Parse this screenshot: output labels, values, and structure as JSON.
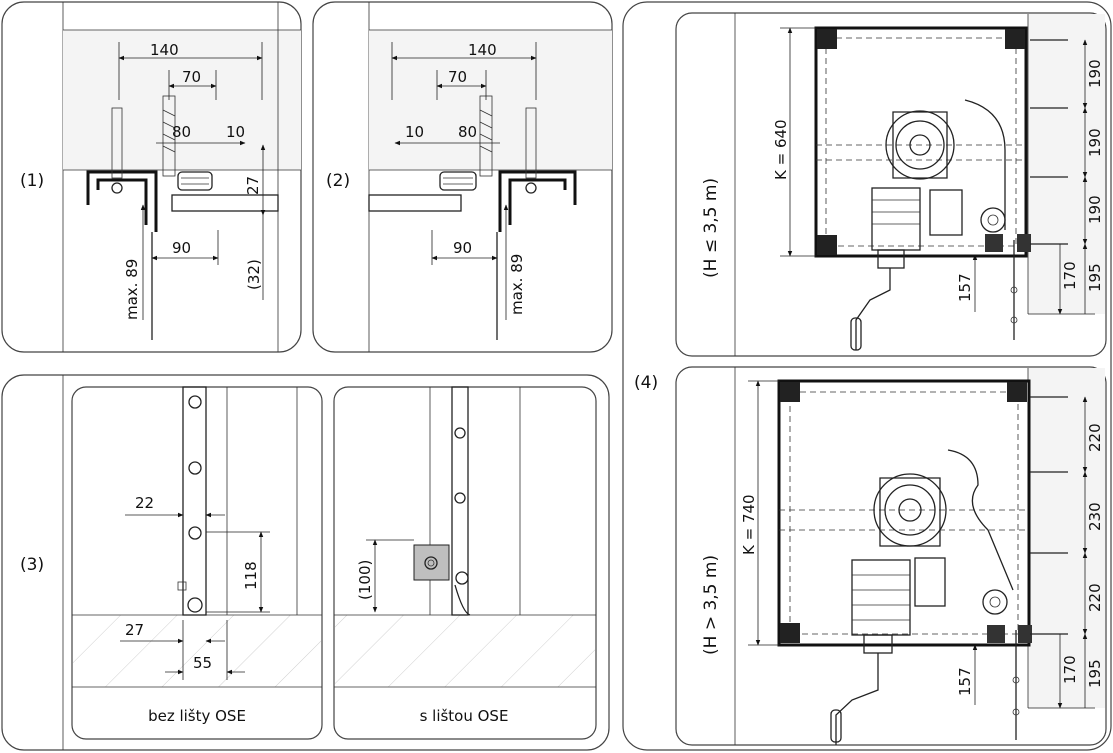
{
  "sections": {
    "s1": "(1)",
    "s2": "(2)",
    "s3": "(3)",
    "s4": "(4)"
  },
  "panel1": {
    "d140": "140",
    "d70": "70",
    "d80": "80",
    "d10": "10",
    "d27": "27",
    "d90": "90",
    "d32": "(32)",
    "dmax89": "max. 89"
  },
  "panel2": {
    "d140": "140",
    "d70": "70",
    "d10": "10",
    "d80": "80",
    "d90": "90",
    "dmax89": "max. 89"
  },
  "panel3": {
    "d22": "22",
    "d118": "118",
    "d27": "27",
    "d55": "55",
    "d100": "(100)",
    "caption_left": "bez lišty OSE",
    "caption_right": "s lištou OSE"
  },
  "panel4": {
    "top_condition": "(H ≤ 3,5 m)",
    "top_k": "K = 640",
    "top_dims": [
      "190",
      "190",
      "190",
      "195",
      "170",
      "157"
    ],
    "bottom_condition": "(H > 3,5 m)",
    "bottom_k": "K = 740",
    "bottom_dims": [
      "220",
      "230",
      "220",
      "195",
      "170",
      "157"
    ]
  }
}
